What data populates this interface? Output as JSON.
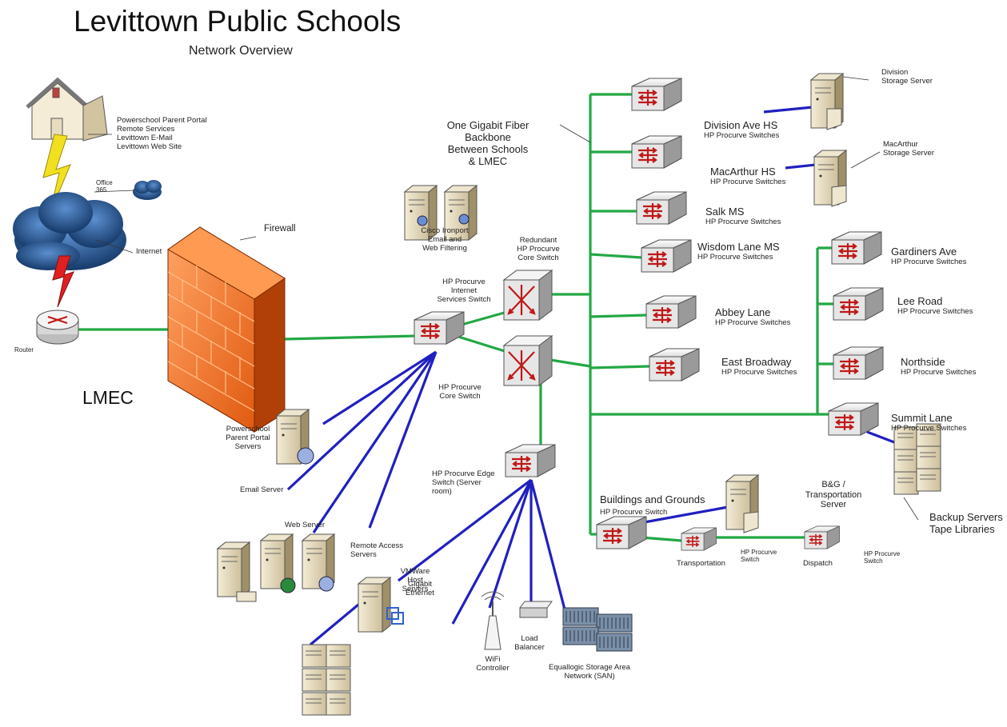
{
  "title": "Levittown Public Schools",
  "subtitle": "Network Overview",
  "site_label": "LMEC",
  "remote_services": "Powerschool Parent Portal\nRemote Services\nLevittown E-Mail\nLevittown Web Site",
  "office365": "Office\n365",
  "internet": "Internet",
  "router": "Router",
  "firewall": "Firewall",
  "cisco_ironport": "Cisco Ironport\nEmail and\nWeb Filtering",
  "backbone": "One Gigabit Fiber\nBackbone\nBetween Schools\n& LMEC",
  "redundant_core": "Redundant\nHP Procurve\nCore Switch",
  "internet_services_switch": "HP Procurve\nInternet\nServices Switch",
  "core_switch": "HP Procurve\nCore Switch",
  "edge_switch": "HP Procurve Edge\nSwitch (Server\nroom)",
  "powerschool_servers": "Powerschool\nParent Portal\nServers",
  "email_server": "Email Server",
  "web_server": "Web Server",
  "remote_access": "Remote Access\nServers",
  "vmware": "VMWare\nHost\nServers",
  "gigabit": "Gigabit\nEthernet",
  "wifi": "WiFi\nController",
  "load_balancer": "Load\nBalancer",
  "san": "Equallogic Storage Area\nNetwork (SAN)",
  "schools": [
    {
      "name": "Division Ave HS",
      "sub": "HP Procurve Switches"
    },
    {
      "name": "MacArthur HS",
      "sub": "HP Procurve Switches"
    },
    {
      "name": "Salk MS",
      "sub": "HP Procurve Switches"
    },
    {
      "name": "Wisdom Lane MS",
      "sub": "HP Procurve Switches"
    },
    {
      "name": "Abbey Lane",
      "sub": "HP Procurve Switches"
    },
    {
      "name": "East Broadway",
      "sub": "HP Procurve Switches"
    },
    {
      "name": "Gardiners Ave",
      "sub": "HP Procurve Switches"
    },
    {
      "name": "Lee Road",
      "sub": "HP Procurve Switches"
    },
    {
      "name": "Northside",
      "sub": "HP Procurve Switches"
    },
    {
      "name": "Summit Lane",
      "sub": "HP Procurve Switches"
    }
  ],
  "division_storage": "Division\nStorage Server",
  "macarthur_storage": "MacArthur\nStorage Server",
  "bg": {
    "name": "Buildings and Grounds",
    "sub": "HP Procurve Switch"
  },
  "bg_server": "B&G /\nTransportation\nServer",
  "transportation": "Transportation",
  "transportation_switch": "HP Procurve\nSwitch",
  "dispatch": "Dispatch",
  "dispatch_switch": "HP Procurve\nSwitch",
  "backup": "Backup Servers\nTape Libraries",
  "colors": {
    "fiber": "#22a844",
    "copper": "#2020c0",
    "firewall": "#f07a2a",
    "cloud": "#1f4f8a",
    "lightning_yellow": "#f0e020",
    "lightning_red": "#e02020"
  }
}
